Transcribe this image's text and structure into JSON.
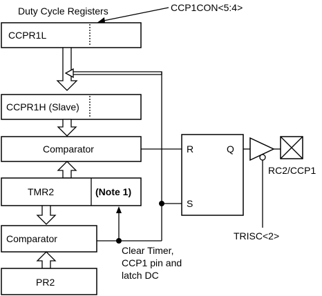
{
  "labels": {
    "duty_cycle_registers": "Duty Cycle Registers",
    "ccp1con": "CCP1CON<5:4>",
    "ccpr1l": "CCPR1L",
    "ccpr1h": "CCPR1H (Slave)",
    "comparator_top": "Comparator",
    "tmr2": "TMR2",
    "note1": "(Note 1)",
    "comparator_bottom": "Comparator",
    "pr2": "PR2",
    "ff_r": "R",
    "ff_q": "Q",
    "ff_s": "S",
    "rc2_ccp1": "RC2/CCP1",
    "trisc": "TRISC<2>",
    "clear_line1": "Clear Timer,",
    "clear_line2": "CCP1 pin and",
    "clear_line3": "latch DC"
  }
}
